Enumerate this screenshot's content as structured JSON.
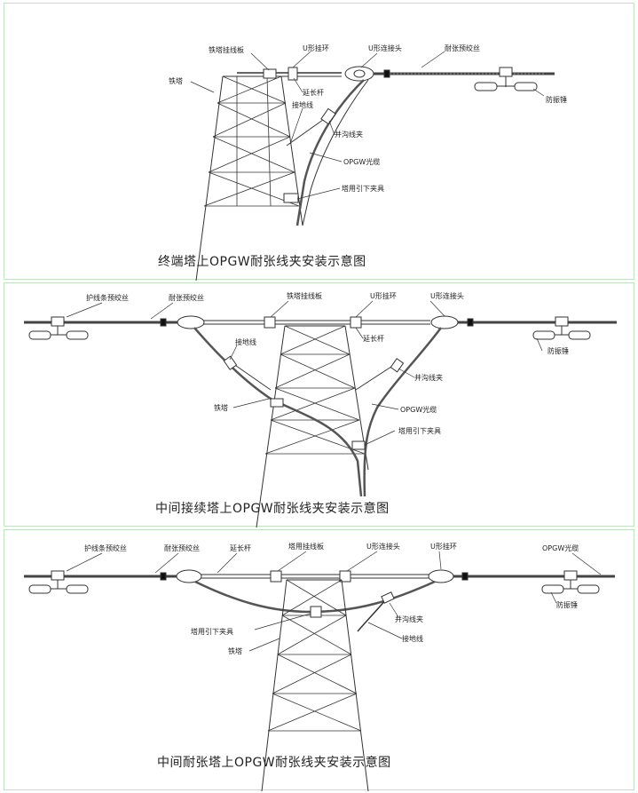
{
  "panels": [
    {
      "caption": "终端塔上OPGW耐张线夹安装示意图",
      "labels": {
        "tower_plate": "铁塔挂线板",
        "u_ring": "U形挂环",
        "u_connector": "U形连接头",
        "tension_rod": "耐张预绞丝",
        "tower": "铁塔",
        "extension_rod": "延长杆",
        "ground_wire": "接地线",
        "pg_clamp": "并沟线夹",
        "opgw": "OPGW光缆",
        "down_clamp": "塔用引下夹具",
        "damper": "防振锤"
      }
    },
    {
      "caption": "中间接续塔上OPGW耐张线夹安装示意图",
      "labels": {
        "armor_rod": "护线条预绞丝",
        "tension_rod": "耐张预绞丝",
        "tower_plate": "铁塔挂线板",
        "u_ring": "U形挂环",
        "u_connector": "U形连接头",
        "ground_wire": "接地线",
        "extension_rod": "延长杆",
        "damper": "防振锤",
        "pg_clamp": "并沟线夹",
        "tower": "铁塔",
        "opgw": "OPGW光缆",
        "down_clamp": "塔用引下夹具"
      }
    },
    {
      "caption": "中间耐张塔上OPGW耐张线夹安装示意图",
      "labels": {
        "armor_rod": "护线条预绞丝",
        "tension_rod": "耐张预绞丝",
        "extension_rod": "延长杆",
        "tower_plate": "塔用挂线板",
        "u_connector": "U形连接头",
        "u_ring": "U形挂环",
        "opgw": "OPGW光缆",
        "damper": "防振锤",
        "pg_clamp": "并沟线夹",
        "down_clamp": "塔用引下夹具",
        "ground_wire": "接地线",
        "tower": "铁塔"
      }
    }
  ]
}
